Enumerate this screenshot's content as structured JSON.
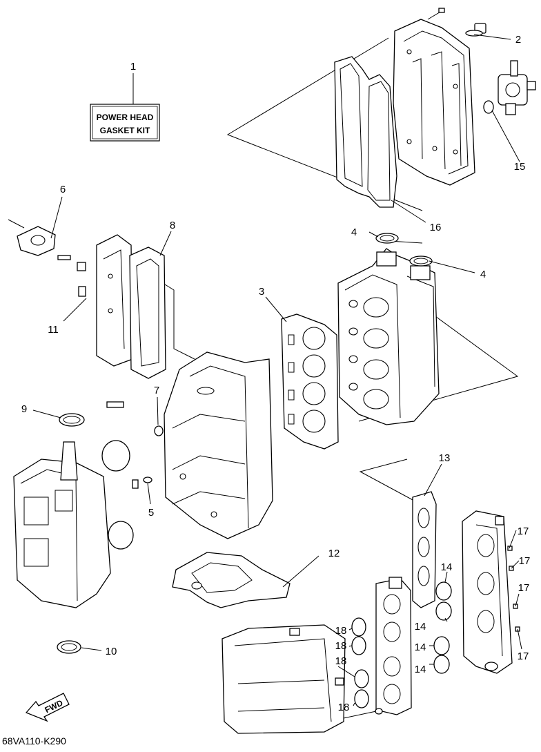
{
  "kit_box": {
    "line1": "POWER HEAD",
    "line2": "GASKET KIT"
  },
  "fwd_label": "FWD",
  "drawing_code": "68VA110-K290",
  "callouts": {
    "c1": "1",
    "c2": "2",
    "c3": "3",
    "c4a": "4",
    "c4b": "4",
    "c5": "5",
    "c6": "6",
    "c7": "7",
    "c8": "8",
    "c9": "9",
    "c10": "10",
    "c11": "11",
    "c12": "12",
    "c13": "13",
    "c14a": "14",
    "c14b": "14",
    "c14c": "14",
    "c14d": "14",
    "c15": "15",
    "c16": "16",
    "c17a": "17",
    "c17b": "17",
    "c17c": "17",
    "c17d": "17",
    "c18a": "18",
    "c18b": "18",
    "c18c": "18",
    "c18d": "18"
  }
}
